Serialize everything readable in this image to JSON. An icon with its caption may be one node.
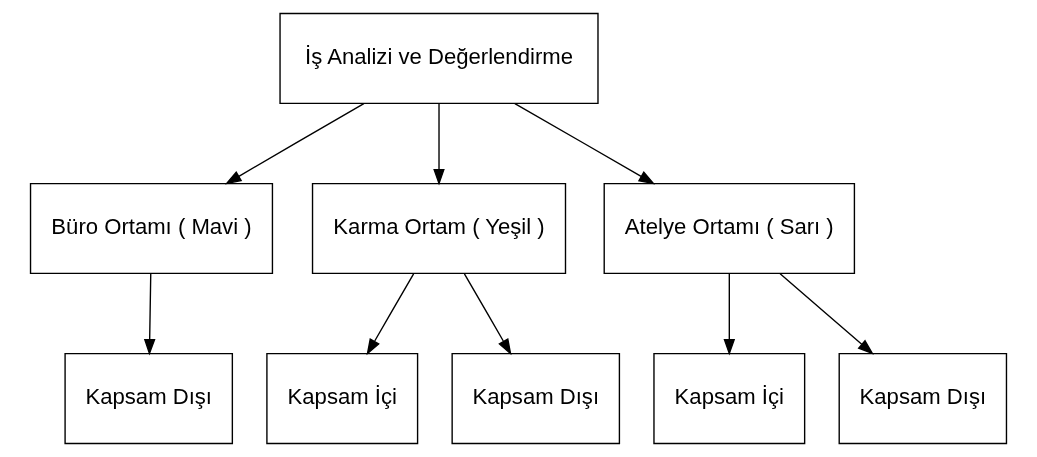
{
  "diagram": {
    "nodes": [
      {
        "text": [
          "İş Analizi ve Değerlendirme"
        ]
      },
      {
        "text": [
          "Büro Ortamı ( Mavi )"
        ]
      },
      {
        "text": [
          "Karma Ortam ( Yeşil )"
        ]
      },
      {
        "text": [
          "Atelye Ortamı ( Sarı )"
        ]
      },
      {
        "text": [
          "Kapsam Dışı"
        ]
      },
      {
        "text": [
          "Kapsam İçi"
        ]
      },
      {
        "text": [
          "Kapsam Dışı"
        ]
      },
      {
        "text": [
          "Kapsam İçi"
        ]
      },
      {
        "text": [
          "Kapsam Dışı"
        ]
      }
    ],
    "edges": [
      {
        "from": 0,
        "to": 1,
        "arrow": "to"
      },
      {
        "from": 0,
        "to": 2,
        "arrow": "to"
      },
      {
        "from": 0,
        "to": 3,
        "arrow": "to"
      },
      {
        "from": 1,
        "to": 4,
        "arrow": "to"
      },
      {
        "from": 2,
        "to": 5,
        "arrow": "to"
      },
      {
        "from": 2,
        "to": 6,
        "arrow": "to"
      },
      {
        "from": 3,
        "to": 7,
        "arrow": "to"
      },
      {
        "from": 3,
        "to": 8,
        "arrow": "to"
      }
    ]
  }
}
